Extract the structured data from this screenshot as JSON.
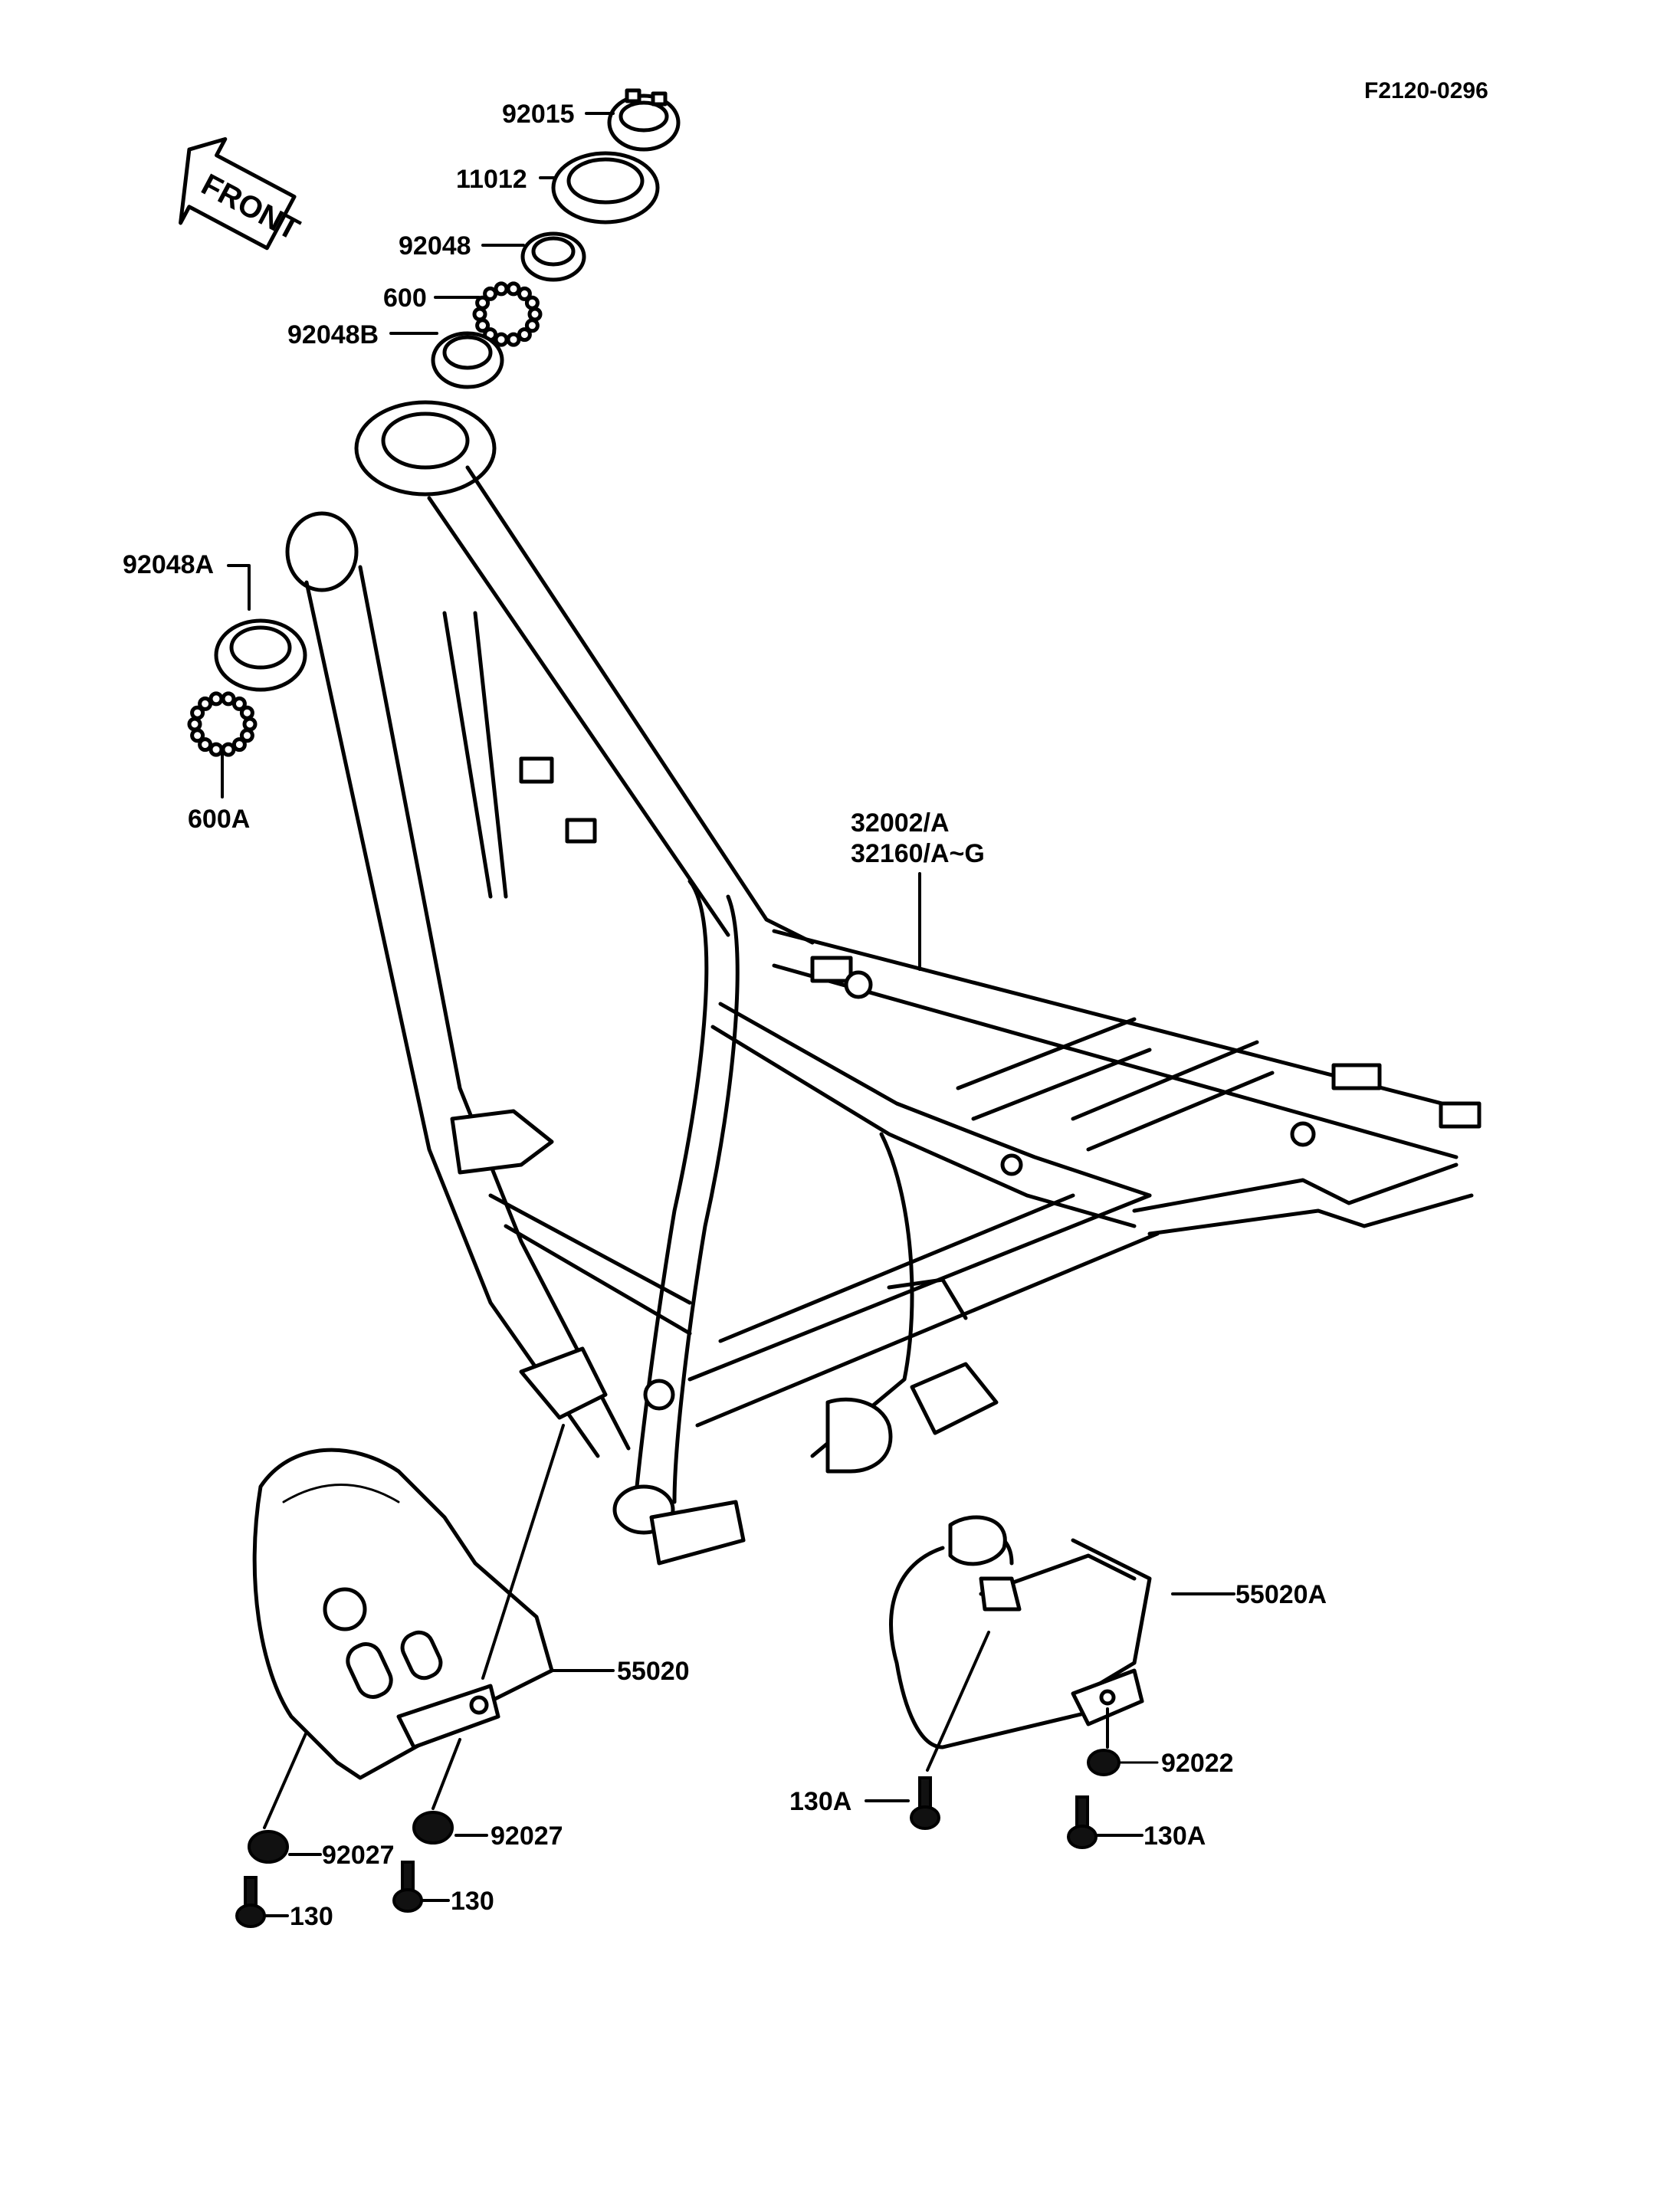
{
  "diagram": {
    "reference_code": "F2120-0296",
    "front_arrow_text": "FRONT",
    "callouts": {
      "p92015": "92015",
      "p11012": "11012",
      "p92048": "92048",
      "p600": "600",
      "p92048B": "92048B",
      "p92048A": "92048A",
      "p600A": "600A",
      "frame_line1": "32002/A",
      "frame_line2": "32160/A~G",
      "p55020A": "55020A",
      "p55020": "55020",
      "p92022": "92022",
      "p130A_left": "130A",
      "p130A_right": "130A",
      "p92027_left": "92027",
      "p92027_right": "92027",
      "p130_left": "130",
      "p130_right": "130"
    }
  }
}
